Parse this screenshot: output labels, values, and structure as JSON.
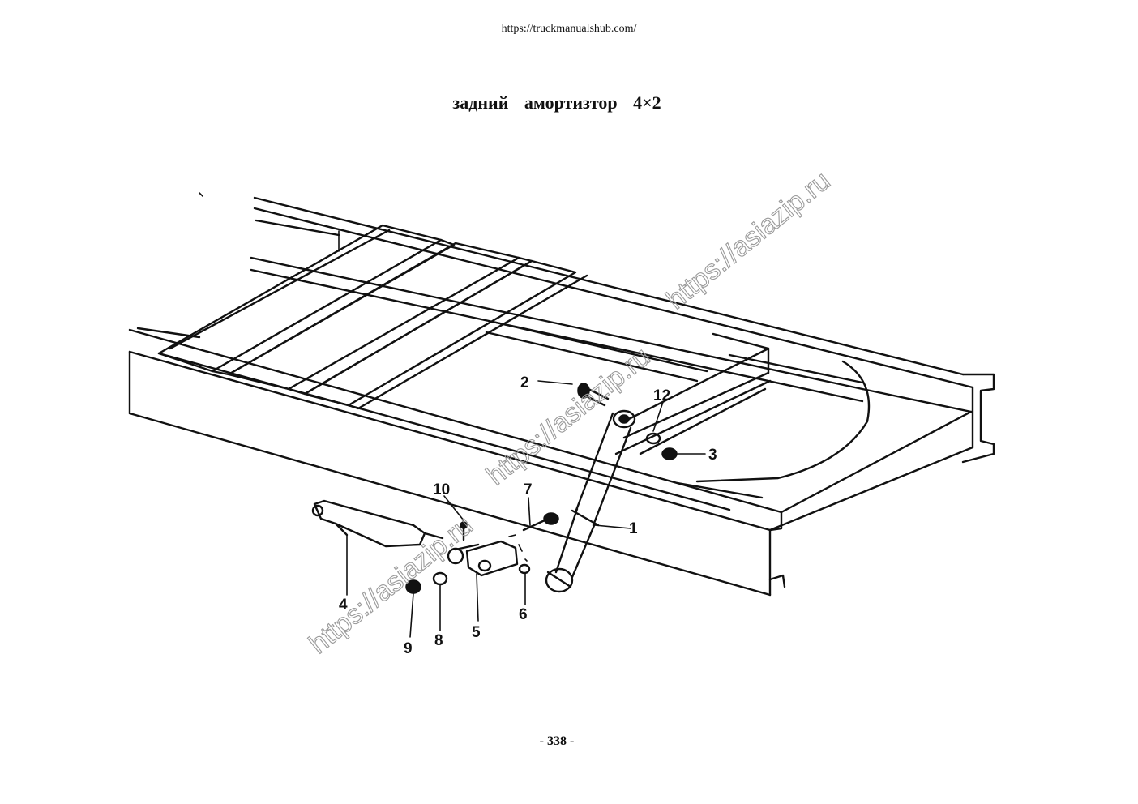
{
  "header": {
    "url": "https://truckmanualshub.com/"
  },
  "title": "задний    амортизтор 4×2",
  "page_number": "- 338 -",
  "watermark": {
    "text": "https://asiazip.ru",
    "color": "#9a9a9a"
  },
  "callouts": {
    "c1": "1",
    "c2": "2",
    "c3": "3",
    "c4": "4",
    "c5": "5",
    "c6": "6",
    "c7": "7",
    "c8": "8",
    "c9": "9",
    "c10": "10",
    "c12": "12"
  }
}
